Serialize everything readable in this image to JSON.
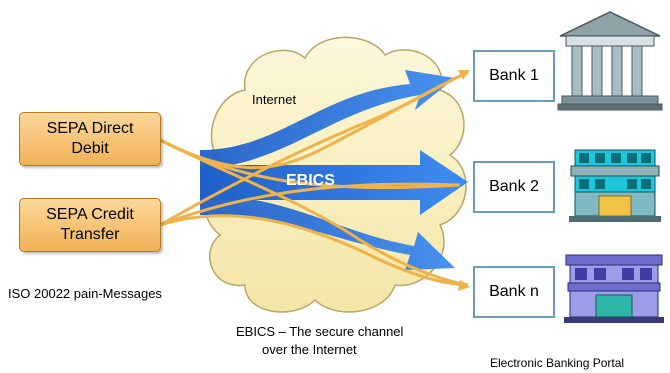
{
  "messages": [
    {
      "label": "SEPA Direct\nDebit"
    },
    {
      "label": "SEPA Credit\nTransfer"
    }
  ],
  "iso_caption": "ISO 20022 pain-Messages",
  "internet_label": "Internet",
  "ebics_label": "EBICS",
  "channel_caption": {
    "line1": "EBICS – The secure channel",
    "line2": "over the Internet"
  },
  "banks": [
    {
      "label": "Bank 1",
      "icon": "bank-building-icon"
    },
    {
      "label": "Bank 2",
      "icon": "office-building-icon"
    },
    {
      "label": "Bank n",
      "icon": "office-building-icon"
    }
  ],
  "portal_caption": "Electronic Banking Portal",
  "colors": {
    "arrow_blue": "#2a6fd8",
    "message_orange": "#f1b256",
    "cloud_fill": "#fbf3c8",
    "bank_border": "#6a9bb7"
  }
}
